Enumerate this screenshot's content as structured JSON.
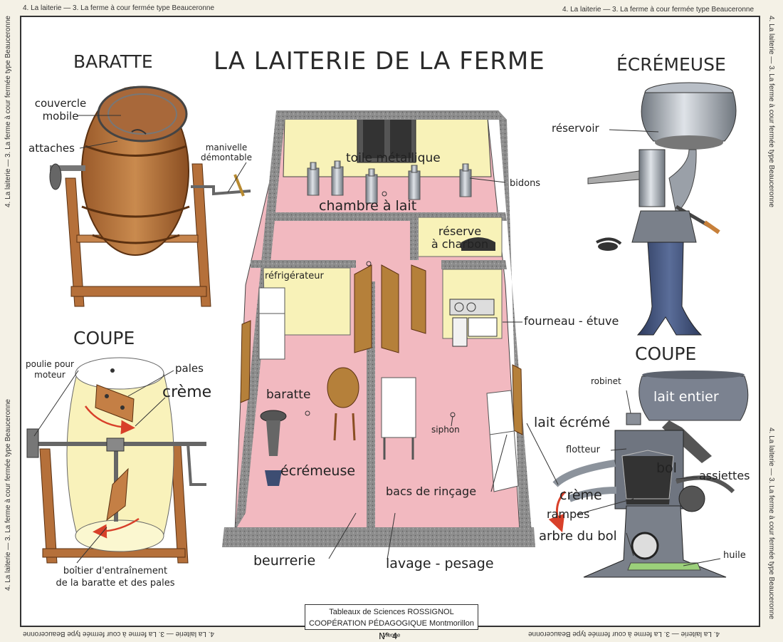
{
  "header_text": "4. La laiterie — 3. La ferme à cour fermée type Beauceronne",
  "title": "LA LAITERIE DE LA FERME",
  "sections": {
    "baratte": "BARATTE",
    "ecremeuse": "ÉCRÉMEUSE",
    "coupe_left": "COUPE",
    "coupe_right": "COUPE"
  },
  "baratte_labels": {
    "couvercle": "couvercle",
    "mobile": "mobile",
    "attaches": "attaches",
    "manivelle": "manivelle",
    "demontable": "démontable"
  },
  "coupe_left_labels": {
    "poulie_1": "poulie pour",
    "poulie_2": "moteur",
    "pales": "pales",
    "creme": "crème",
    "boitier_1": "boîtier d'entraînement",
    "boitier_2": "de la baratte et des pales"
  },
  "ecremeuse_labels": {
    "reservoir": "réservoir"
  },
  "coupe_right_labels": {
    "robinet": "robinet",
    "lait_entier": "lait entier",
    "lait_ecreme": "lait écrémé",
    "flotteur": "flotteur",
    "bol": "bol",
    "assiettes": "assiettes",
    "creme": "crème",
    "rampes": "rampes",
    "arbre": "arbre du bol",
    "huile": "huile"
  },
  "plan_labels": {
    "toile": "toile métallique",
    "bidons": "bidons",
    "chambre": "chambre à lait",
    "reserve_1": "réserve",
    "reserve_2": "à charbon",
    "refrigerateur": "réfrigérateur",
    "fourneau": "fourneau - étuve",
    "baratte": "baratte",
    "siphon": "siphon",
    "ecremeuse": "écrémeuse",
    "bacs": "bacs de rinçage",
    "beurrerie": "beurrerie",
    "lavage": "lavage - pesage"
  },
  "footer": {
    "line1": "Tableaux de Sciences ROSSIGNOL",
    "line2": "COOPÉRATION PÉDAGOGIQUE Montmorillon",
    "line2_small": "Vienne",
    "number": "N° 4"
  },
  "colors": {
    "floor": "#f2b9c0",
    "wall_yellow": "#f8f2b8",
    "wall_grey": "#8d8d8d",
    "wood": "#b5703a",
    "metal": "#9aa0a8",
    "blue": "#3d4d72",
    "arrow_red": "#d8402a"
  }
}
